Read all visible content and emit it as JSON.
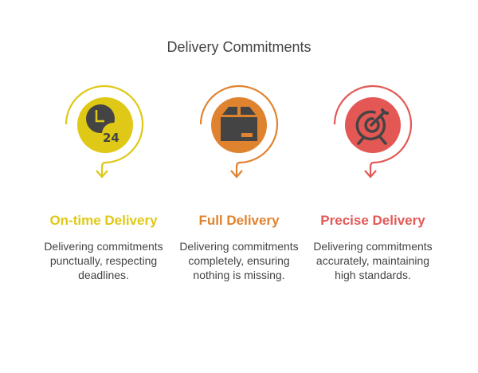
{
  "title": "Delivery Commitments",
  "colors": {
    "yellow": "#dfc816",
    "orange": "#e0832f",
    "red": "#e35855",
    "dark": "#444444"
  },
  "items": [
    {
      "icon": "clock-24-icon",
      "heading": "On-time Delivery",
      "description": "Delivering commitments punctually, respecting deadlines."
    },
    {
      "icon": "package-box-icon",
      "heading": "Full Delivery",
      "description": "Delivering commitments completely, ensuring nothing is missing."
    },
    {
      "icon": "target-arrow-icon",
      "heading": "Precise Delivery",
      "description": "Delivering commitments accurately, maintaining high standards."
    }
  ]
}
